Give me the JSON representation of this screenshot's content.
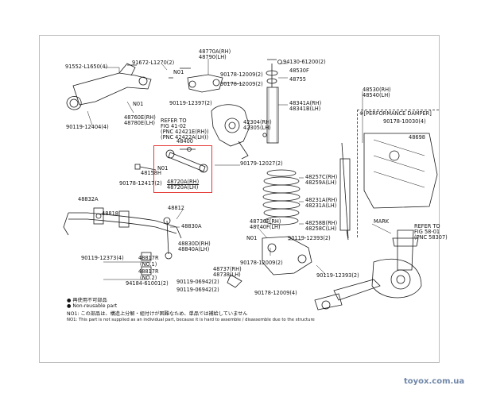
{
  "labels": {
    "p91552": "91552-L1650(4)",
    "p91672": "91672-L1270(2)",
    "p48770": "48770A(RH)",
    "p48790": "48790(LH)",
    "n01a": "N01",
    "p90178_12009a": "90178-12009(2)",
    "p90178_12009b": "90178-12009(2)",
    "p90119_12404": "90119-12404(4)",
    "n01b": "N01",
    "p48760": "48760E(RH)",
    "p48780": "48780E(LH)",
    "p90119_12397": "90119-12397(2)",
    "refer_to": "REFER TO",
    "fig4102": "FIG 41-02",
    "pnc1": "(PNC 42421E(RH))",
    "pnc2": "(PNC 42422A(LH))",
    "p42304": "42304(RH)",
    "p42305": "42305(LH)",
    "p48400": "48400",
    "p94130": "94130-61200(2)",
    "p48530": "48530F",
    "p48755": "48755",
    "p48341a": "48341A(RH)",
    "p48341b": "48341B(LH)",
    "p48530rh": "48530(RH)",
    "p48540lh": "48540(LH)",
    "perf": "※[PERFORMANCE DAMPER]",
    "p90178_10030": "90178-10030(4)",
    "p48698": "48698",
    "p48158": "48158H",
    "n01c": "N01",
    "p48720a": "48720A(RH)",
    "p48720b": "48720A(LH)",
    "p90178_12417": "90178-12417(2)",
    "p90179_12027": "90179-12027(2)",
    "p48257": "48257C(RH)",
    "p48259": "48259A(LH)",
    "p48832": "48832A",
    "p48818": "48818",
    "p48812": "48812",
    "p48231": "48231A(RH)",
    "p48231b": "48231A(LH)",
    "mark": "MARK",
    "refer_to2": "REFER TO",
    "fig58": "FIG 58-01",
    "pnc58": "(PNC 58307)",
    "p48830": "48830A",
    "p48830rh": "48830D(RH)",
    "p48840": "48840A(LH)",
    "p48730": "48730F(RH)",
    "p48740": "48740F(LH)",
    "p48258": "48258B(RH)",
    "p48258lh": "48258C(LH)",
    "n01d": "N01",
    "p90119_12393a": "90119-12393(2)",
    "p90119_12373": "90119-12373(4)",
    "p48817r": "48817R",
    "no1": "(NO.1)",
    "p48817r2": "48817R",
    "no2": "(NO.2)",
    "p94184": "94184-61001(2)",
    "p48737": "48737(RH)",
    "p48738": "48738(LH)",
    "p90178_12009c": "90178-12009(2)",
    "p90119_06942a": "90119-06942(2)",
    "p90119_06942b": "90119-06942(2)",
    "p90178_12009d": "90178-12009(4)",
    "p90119_12393b": "90119-12393(2)"
  },
  "legend": {
    "l1": "● 再使用不可部品",
    "l2": "● Non-reusable part",
    "l3": "NO1: この部品は、構造上分解・組付けが困難なため、単品では補給していません",
    "l4": "NO1: This part is not supplied as an individual part, because it is hard to assemble / disassemble due to the structure"
  },
  "watermark": "toyox.com.ua",
  "colors": {
    "highlight": "#e53935",
    "line": "#1a1a1a",
    "watermark": "#6f86a8"
  }
}
